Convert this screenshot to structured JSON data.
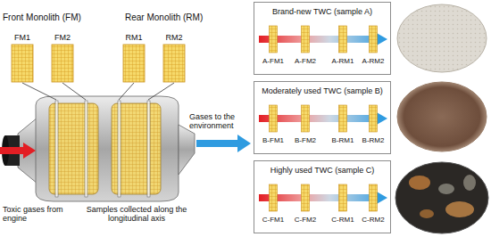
{
  "diagram": {
    "nodes": [
      {
        "text": [
          "Brand-new TWC (sample A)"
        ]
      },
      {
        "text": [
          "Moderately used TWC (sample B)"
        ]
      },
      {
        "text": [
          "Highly used TWC (sample C)"
        ]
      }
    ],
    "labels": [
      "Front Monolith (FM)",
      "Rear Monolith (RM)",
      "FM1",
      "FM2",
      "RM1",
      "RM2",
      "Gases to the environment",
      "Toxic gases from engine",
      "Samples collected along the longitudinal axis",
      "A-FM1",
      "A-FM2",
      "A-RM1",
      "A-RM2",
      "B-FM1",
      "B-FM2",
      "B-RM1",
      "B-RM2",
      "C-FM1",
      "C-FM2",
      "C-RM1",
      "C-RM2"
    ]
  }
}
